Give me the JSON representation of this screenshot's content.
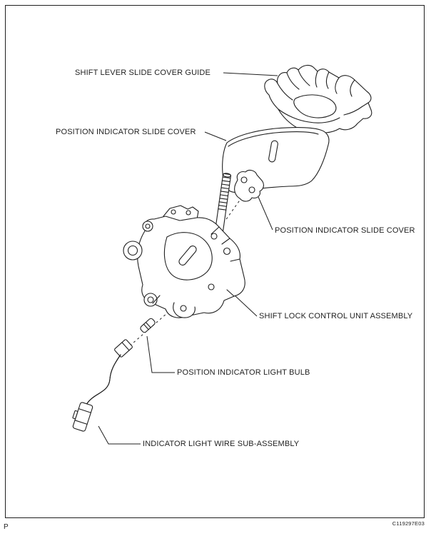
{
  "figure": {
    "page_marker": "P",
    "code": "C119297E03",
    "colors": {
      "line": "#1f1f1f",
      "background": "#ffffff"
    },
    "callouts": [
      {
        "id": "shift-lever-slide-cover-guide",
        "text": "SHIFT LEVER SLIDE COVER GUIDE"
      },
      {
        "id": "position-indicator-slide-cover",
        "text": "POSITION INDICATOR SLIDE COVER"
      },
      {
        "id": "position-indicator-slide-cover-2",
        "text": "POSITION INDICATOR SLIDE COVER"
      },
      {
        "id": "shift-lock-control-unit-assembly",
        "text": "SHIFT LOCK CONTROL UNIT ASSEMBLY"
      },
      {
        "id": "position-indicator-light-bulb",
        "text": "POSITION INDICATOR LIGHT BULB"
      },
      {
        "id": "indicator-light-wire-sub-assembly",
        "text": "INDICATOR LIGHT WIRE SUB-ASSEMBLY"
      }
    ]
  }
}
